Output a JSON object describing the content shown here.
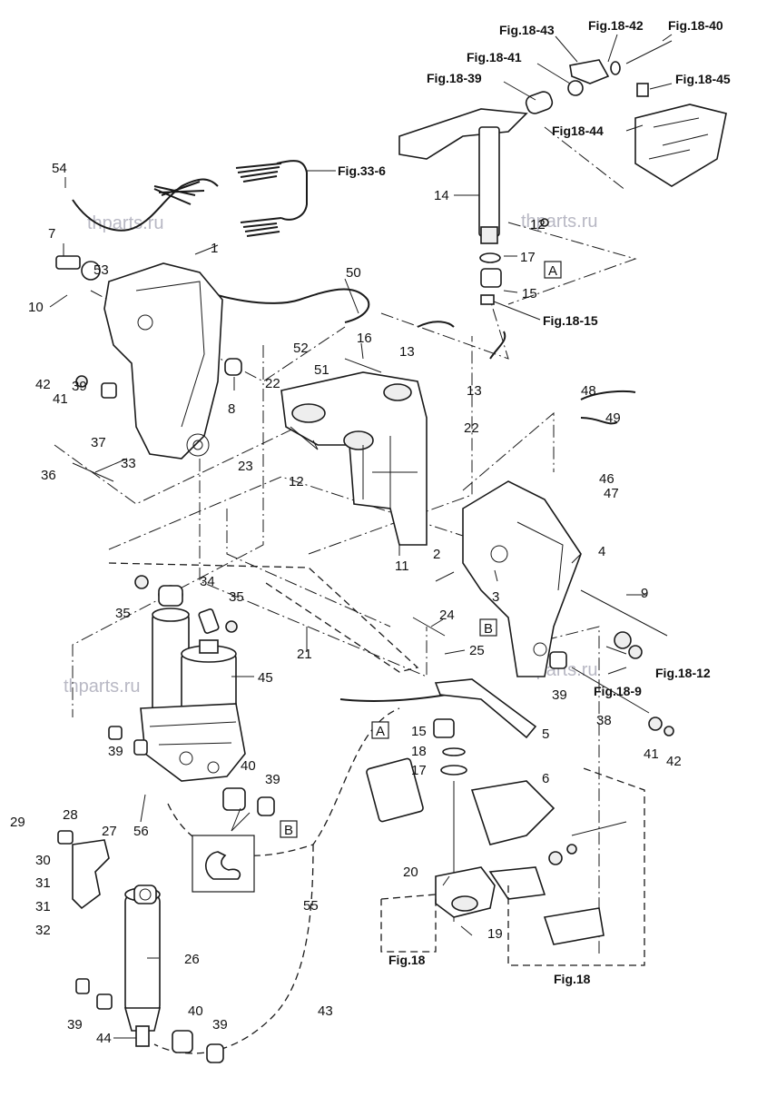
{
  "watermarks": [
    "thparts.ru",
    "thparts.ru",
    "thparts.ru",
    "thparts.ru"
  ],
  "fig_refs": {
    "r18_43": "Fig.18-43",
    "r18_42": "Fig.18-42",
    "r18_40": "Fig.18-40",
    "r18_41": "Fig.18-41",
    "r18_39": "Fig.18-39",
    "r18_45": "Fig.18-45",
    "r18_44": "Fig18-44",
    "r33_6": "Fig.33-6",
    "r18_15": "Fig.18-15",
    "r18_12": "Fig.18-12",
    "r18_9": "Fig.18-9",
    "r18_a": "Fig.18",
    "r18_b": "Fig.18"
  },
  "boxed_marks": {
    "a1": "A",
    "a2": "A",
    "b1": "B",
    "b2": "B"
  },
  "callouts": {
    "c1": "1",
    "c2": "2",
    "c3": "3",
    "c4": "4",
    "c5": "5",
    "c6": "6",
    "c7": "7",
    "c8": "8",
    "c9": "9",
    "c10": "10",
    "c11": "11",
    "c12a": "12",
    "c12b": "12",
    "c13a": "13",
    "c13b": "13",
    "c14": "14",
    "c15a": "15",
    "c15b": "15",
    "c16": "16",
    "c17a": "17",
    "c17b": "17",
    "c18": "18",
    "c19": "19",
    "c20": "20",
    "c21": "21",
    "c22a": "22",
    "c22b": "22",
    "c23": "23",
    "c24": "24",
    "c25": "25",
    "c26": "26",
    "c27": "27",
    "c28": "28",
    "c29": "29",
    "c30": "30",
    "c31a": "31",
    "c31b": "31",
    "c32": "32",
    "c33": "33",
    "c34": "34",
    "c35a": "35",
    "c35b": "35",
    "c36": "36",
    "c37": "37",
    "c38": "38",
    "c39a": "39",
    "c39b": "39",
    "c39c": "39",
    "c39d": "39",
    "c39e": "39",
    "c39f": "39",
    "c40a": "40",
    "c40b": "40",
    "c41a": "41",
    "c41b": "41",
    "c42a": "42",
    "c42b": "42",
    "c43": "43",
    "c44": "44",
    "c45": "45",
    "c46": "46",
    "c47": "47",
    "c48": "48",
    "c49": "49",
    "c50": "50",
    "c51": "51",
    "c52": "52",
    "c53": "53",
    "c54": "54",
    "c55": "55",
    "c56": "56"
  }
}
